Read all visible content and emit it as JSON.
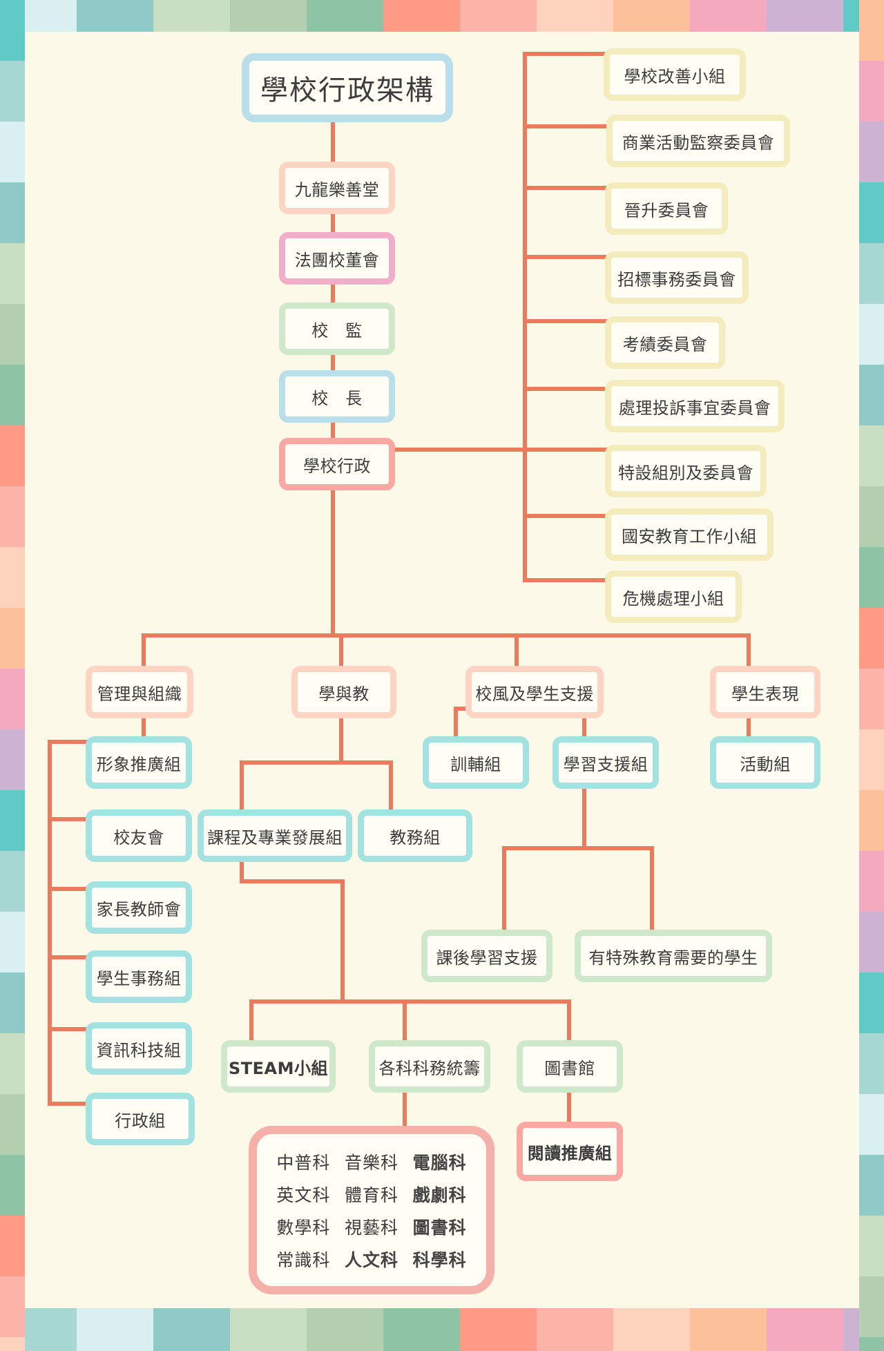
{
  "title": "學校行政架構",
  "chain": {
    "kowloon": "九龍樂善堂",
    "board": "法團校董會",
    "supervisor": "校　監",
    "principal": "校　長",
    "admin": "學校行政"
  },
  "committees": [
    "學校改善小組",
    "商業活動監察委員會",
    "晉升委員會",
    "招標事務委員會",
    "考績委員會",
    "處理投訴事宜委員會",
    "特設組別及委員會",
    "國安教育工作小組",
    "危機處理小組"
  ],
  "domains": {
    "management": "管理與組織",
    "teaching": "學與教",
    "ethos": "校風及學生支援",
    "performance": "學生表現"
  },
  "management_groups": [
    "形象推廣組",
    "校友會",
    "家長教師會",
    "學生事務組",
    "資訊科技組",
    "行政組"
  ],
  "teaching_groups": {
    "curriculum": "課程及專業發展組",
    "academic": "教務組",
    "steam": "STEAM小組",
    "subjects_coord": "各科科務統籌",
    "library": "圖書館",
    "reading": "閱讀推廣組"
  },
  "ethos_groups": {
    "guidance": "訓輔組",
    "learning_support": "學習支援組",
    "after_school": "課後學習支援",
    "sen": "有特殊教育需要的學生"
  },
  "performance_groups": {
    "activities": "活動組"
  },
  "subjects": [
    "中普科",
    "音樂科",
    "電腦科",
    "英文科",
    "體育科",
    "戲劇科",
    "數學科",
    "視藝科",
    "圖書科",
    "常識科",
    "人文科",
    "科學科"
  ],
  "colors": {
    "line": "#ec7a5c",
    "yellow": "#f4ecbd",
    "peach": "#ffd4c2",
    "pink": "#f0aec8",
    "mint": "#cfe8c9",
    "blue": "#b9dfea",
    "cyan": "#a2e2e0",
    "salmon": "#f9a9a2"
  }
}
